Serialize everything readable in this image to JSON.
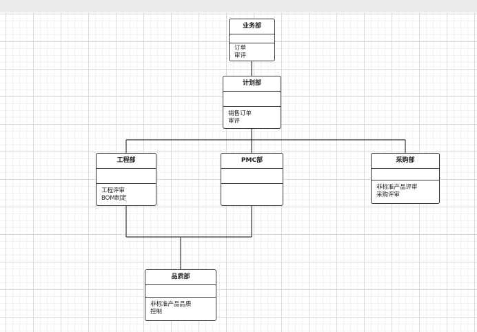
{
  "diagram": {
    "departments": [
      {
        "id": "business",
        "name": "业务部",
        "operations": [
          "订单",
          "审评"
        ]
      },
      {
        "id": "planning",
        "name": "计划部",
        "operations": [
          "销售订单",
          "审评"
        ]
      },
      {
        "id": "engineering",
        "name": "工程部",
        "operations": [
          "工程评审",
          "BOM制定"
        ]
      },
      {
        "id": "pmc",
        "name": "PMC部",
        "operations": []
      },
      {
        "id": "purchasing",
        "name": "采购部",
        "operations": [
          "非标准产品评审",
          "采购评审"
        ]
      },
      {
        "id": "quality",
        "name": "品质部",
        "operations": [
          "非标准产品品质",
          "控制"
        ]
      }
    ]
  }
}
